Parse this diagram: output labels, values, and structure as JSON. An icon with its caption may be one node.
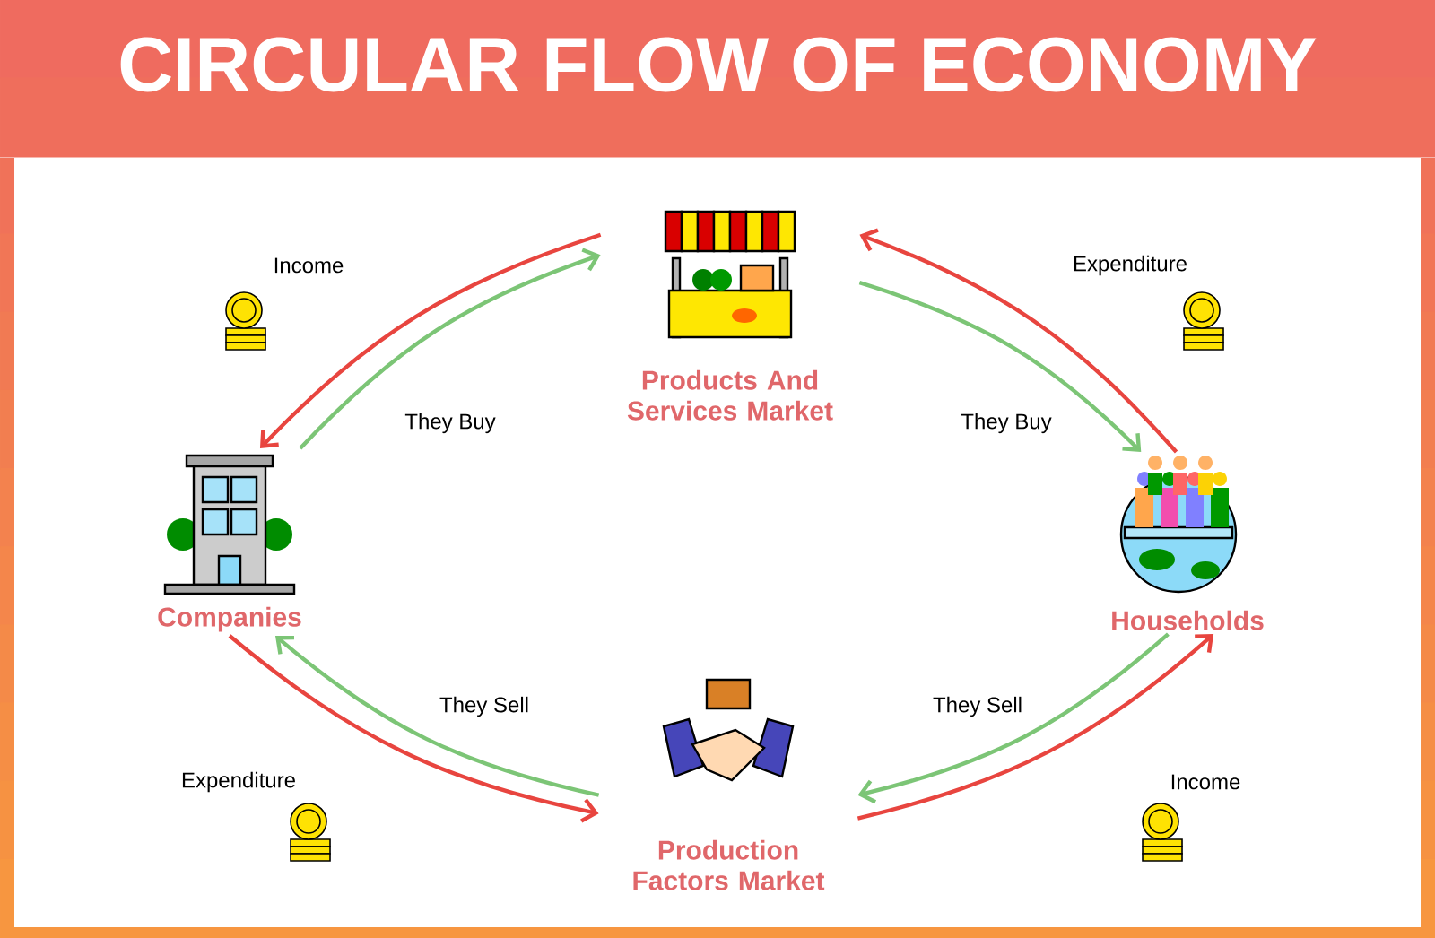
{
  "diagram": {
    "title": "CIRCULAR FLOW OF ECONOMY",
    "nodes": [
      {
        "text": [
          "Products And Services Market"
        ]
      },
      {
        "text": [
          "Companies"
        ]
      },
      {
        "text": [
          "Households"
        ]
      },
      {
        "text": [
          "Production Factors Market"
        ]
      }
    ],
    "edges": [
      {
        "from": 0,
        "to": 1,
        "arrow": "to",
        "label": "Income",
        "color": "#e8453f"
      },
      {
        "from": 1,
        "to": 0,
        "arrow": "to",
        "label": "They Buy",
        "color": "#7cc576"
      },
      {
        "from": 2,
        "to": 0,
        "arrow": "to",
        "label": "Expenditure",
        "color": "#e8453f"
      },
      {
        "from": 0,
        "to": 2,
        "arrow": "to",
        "label": "They Buy",
        "color": "#7cc576"
      },
      {
        "from": 2,
        "to": 3,
        "arrow": "to",
        "label": "They Sell",
        "color": "#7cc576"
      },
      {
        "from": 3,
        "to": 2,
        "arrow": "to",
        "label": "Income",
        "color": "#e8453f"
      },
      {
        "from": 3,
        "to": 1,
        "arrow": "to",
        "label": "They Sell",
        "color": "#7cc576"
      },
      {
        "from": 1,
        "to": 3,
        "arrow": "to",
        "label": "Expenditure",
        "color": "#e8453f"
      }
    ]
  }
}
